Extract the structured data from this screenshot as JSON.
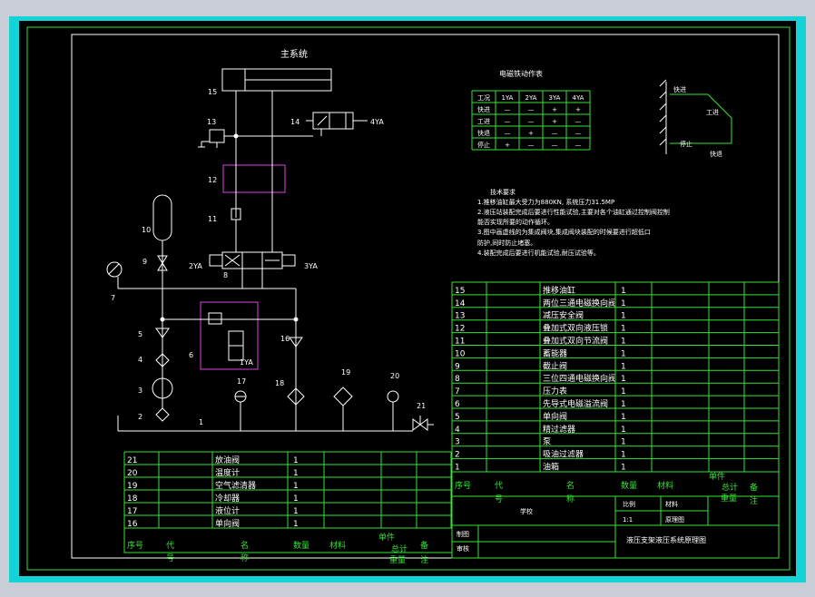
{
  "title_main": "主系统",
  "colors": {
    "line": "#ffffff",
    "green": "#34e334",
    "magenta": "#e040e0",
    "red": "#ff3030",
    "cyan": "#13d3d7",
    "bg": "#000000"
  },
  "action_table": {
    "title": "电磁铁动作表",
    "headers": [
      "工况",
      "1YA",
      "2YA",
      "3YA",
      "4YA"
    ],
    "rows": [
      [
        "快进",
        "—",
        "—",
        "+",
        "+"
      ],
      [
        "工进",
        "—",
        "—",
        "+",
        "—"
      ],
      [
        "快退",
        "—",
        "+",
        "—",
        "—"
      ],
      [
        "停止",
        "+",
        "—",
        "—",
        "—"
      ]
    ]
  },
  "cycle": {
    "labels": [
      "快进",
      "工进",
      "停止",
      "快退"
    ]
  },
  "notes": {
    "heading": "技术要求",
    "lines": [
      "1.推移油缸最大受力为880KN, 系统压力31.5MP",
      "2.液压站装配完成后要进行性能试验,主要对各个油缸通过控制阀控制",
      "能否实现所要的动作循环。",
      "3.图中画虚线的为集成阀块,集成阀块装配的时候要进行超低口",
      "防护,同时防止堵塞。",
      "4.装配完成后要进行机能试验,耐压试验等。"
    ]
  },
  "components": {
    "labels": [
      "15",
      "13",
      "14",
      "4YA",
      "12",
      "11",
      "10",
      "9",
      "2YA",
      "8",
      "3YA",
      "7",
      "5",
      "6",
      "16",
      "4",
      "3",
      "2",
      "1",
      "17",
      "18",
      "19",
      "20",
      "21",
      "1YA"
    ]
  },
  "parts_right": [
    {
      "no": "15",
      "name": "推移油缸",
      "qty": "1"
    },
    {
      "no": "14",
      "name": "两位三通电磁换向阀",
      "qty": "1"
    },
    {
      "no": "13",
      "name": "减压安全阀",
      "qty": "1"
    },
    {
      "no": "12",
      "name": "叠加式双向液压锁",
      "qty": "1"
    },
    {
      "no": "11",
      "name": "叠加式双向节流阀",
      "qty": "1"
    },
    {
      "no": "10",
      "name": "蓄能器",
      "qty": "1"
    },
    {
      "no": "9",
      "name": "截止阀",
      "qty": "1"
    },
    {
      "no": "8",
      "name": "三位四通电磁换向阀",
      "qty": "1"
    },
    {
      "no": "7",
      "name": "压力表",
      "qty": "1"
    },
    {
      "no": "6",
      "name": "先导式电磁溢流阀",
      "qty": "1"
    },
    {
      "no": "5",
      "name": "单向阀",
      "qty": "1"
    },
    {
      "no": "4",
      "name": "精过滤器",
      "qty": "1"
    },
    {
      "no": "3",
      "name": "泵",
      "qty": "1"
    },
    {
      "no": "2",
      "name": "吸油过滤器",
      "qty": "1"
    },
    {
      "no": "1",
      "name": "油箱",
      "qty": "1"
    }
  ],
  "parts_left": [
    {
      "no": "21",
      "name": "放油阀",
      "qty": "1"
    },
    {
      "no": "20",
      "name": "温度计",
      "qty": "1"
    },
    {
      "no": "19",
      "name": "空气滤清器",
      "qty": "1"
    },
    {
      "no": "18",
      "name": "冷却器",
      "qty": "1"
    },
    {
      "no": "17",
      "name": "液位计",
      "qty": "1"
    },
    {
      "no": "16",
      "name": "单向阀",
      "qty": "1"
    }
  ],
  "header_cols": {
    "seq": "序号",
    "code": "代号",
    "name": "名称",
    "qty": "数量",
    "material": "材料",
    "weight": "单件总计",
    "weight2": "重量",
    "remark": "备注"
  },
  "header_cols_short": {
    "code_a": "代",
    "code_b": "号",
    "name_a": "名",
    "name_b": "称",
    "w1": "单件",
    "w2": "总计",
    "w3": "重量",
    "r1": "备",
    "r2": "注"
  },
  "title_block": {
    "school": "学校",
    "ratio_label": "比例",
    "ratio": "1:1",
    "material_label": "材料",
    "drawing_name": "原理图",
    "draw_label": "制图",
    "check_label": "审核",
    "project": "液压支架液压系统原理图"
  }
}
